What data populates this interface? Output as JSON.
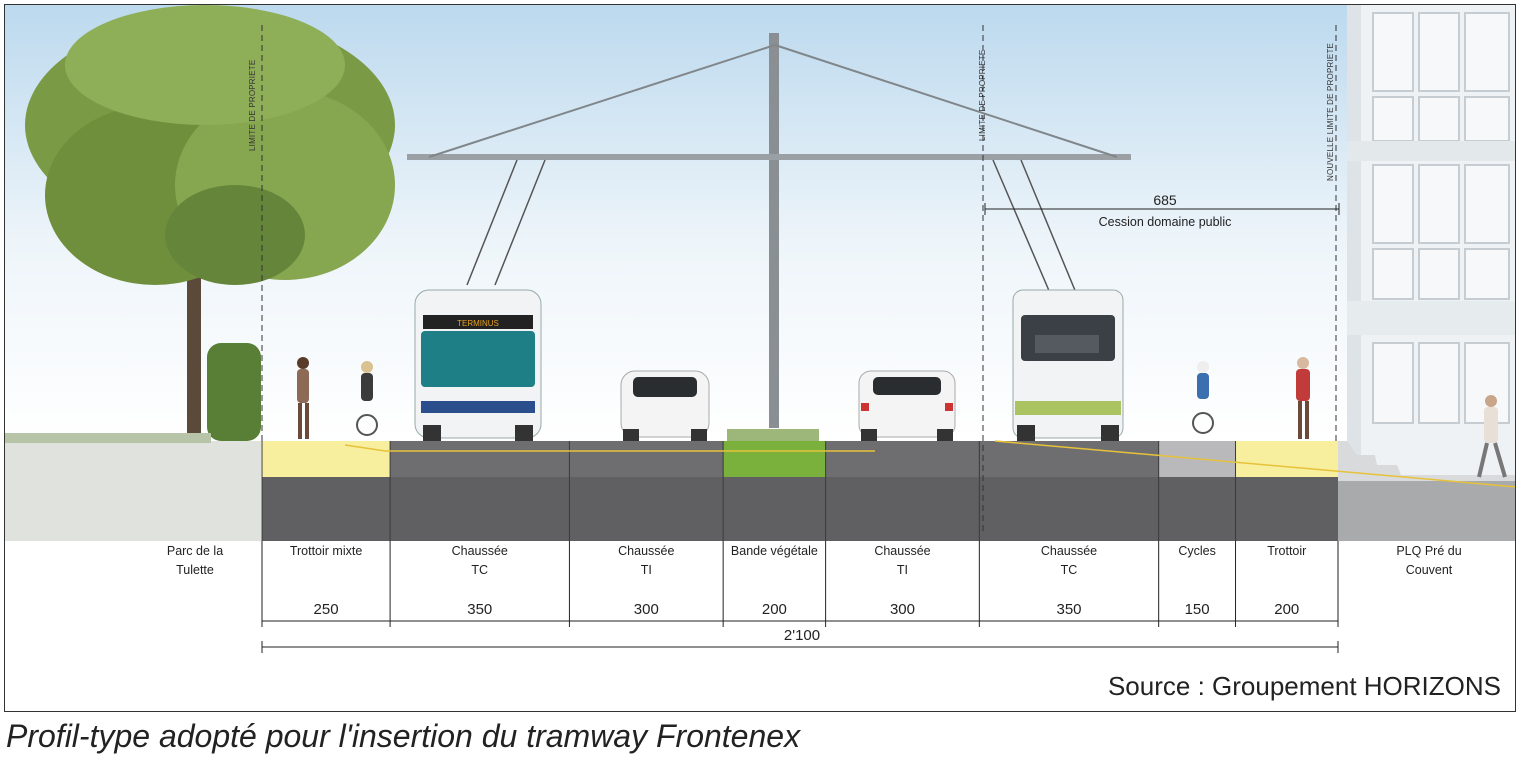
{
  "property_labels": {
    "left": "LIMITE DE PROPRIETE",
    "middle": "LIMITE DE PROPRIETE",
    "right": "NOUVELLE LIMITE DE PROPRIETE"
  },
  "cession": {
    "value": "685",
    "label": "Cession domaine public"
  },
  "side_labels": {
    "left": "Parc de la\nTulette",
    "right": "PLQ Pré du Couvent"
  },
  "segments": [
    {
      "label": "Trottoir mixte",
      "width": "250",
      "color": "#f7ef9e"
    },
    {
      "label": "Chaussée\nTC",
      "width": "350",
      "color": "#6e6e70"
    },
    {
      "label": "Chaussée\nTI",
      "width": "300",
      "color": "#6e6e70"
    },
    {
      "label": "Bande végétale",
      "width": "200",
      "color": "#79b13c"
    },
    {
      "label": "Chaussée\nTI",
      "width": "300",
      "color": "#6e6e70"
    },
    {
      "label": "Chaussée\nTC",
      "width": "350",
      "color": "#6e6e70"
    },
    {
      "label": "Cycles",
      "width": "150",
      "color": "#b9b9bb"
    },
    {
      "label": "Trottoir",
      "width": "200",
      "color": "#f7ef9e"
    }
  ],
  "total": "2'100",
  "bus_display": "TERMINUS",
  "source": "Source : Groupement HORIZONS",
  "caption": "Profil-type adopté pour l'insertion du tramway Frontenex"
}
